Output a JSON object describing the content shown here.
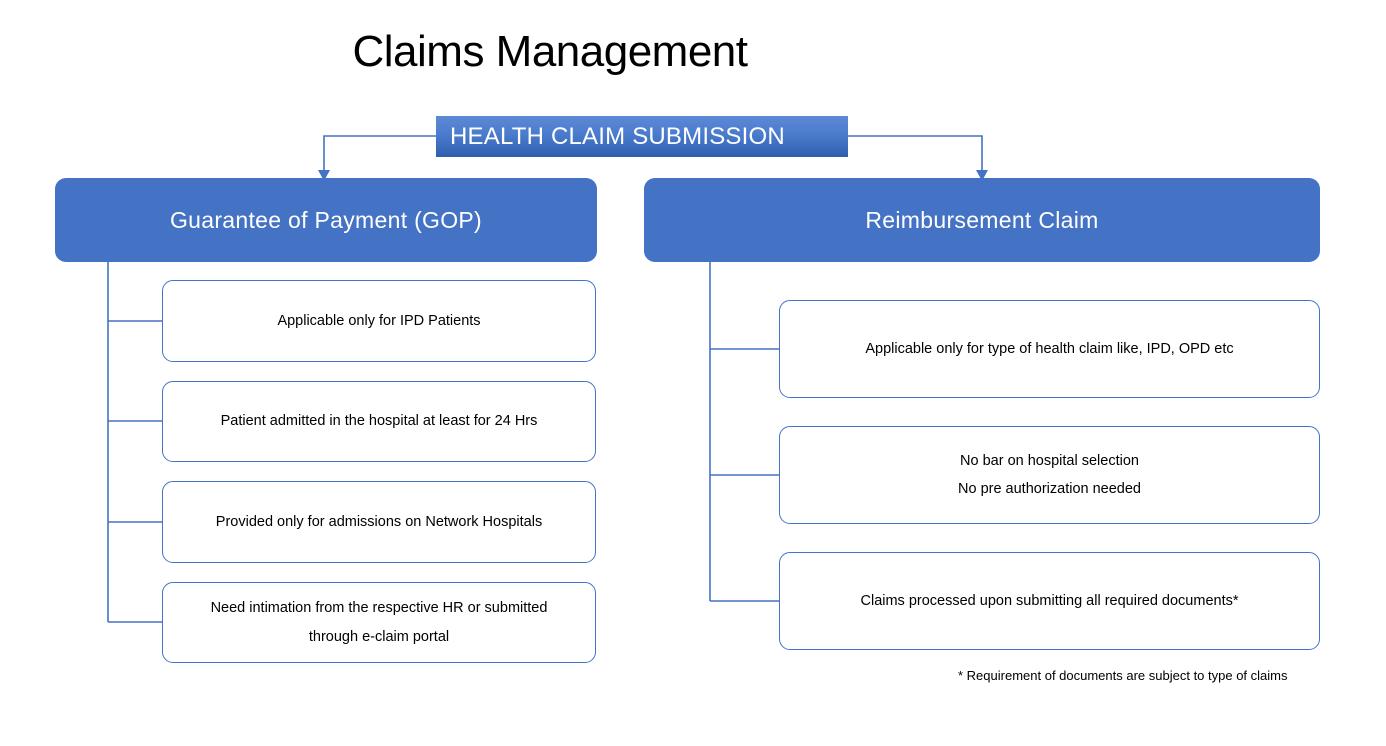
{
  "page": {
    "title": "Claims Management",
    "background_color": "#ffffff"
  },
  "colors": {
    "accent_blue": "#4472C4",
    "banner_gradient_top": "#5E8AD6",
    "banner_gradient_bottom": "#2E5FAF",
    "connector_line": "#4472C4",
    "box_border": "#4472C4",
    "text_dark": "#000000",
    "text_light": "#ffffff"
  },
  "banner": {
    "label": "HEALTH CLAIM SUBMISSION"
  },
  "branches": [
    {
      "id": "gop",
      "header": "Guarantee of Payment (GOP)",
      "items": [
        {
          "text": "Applicable only for IPD Patients"
        },
        {
          "text": "Patient admitted in the hospital at least for 24 Hrs"
        },
        {
          "text": "Provided only for admissions on Network Hospitals"
        },
        {
          "text": "Need intimation from the respective HR or submitted\nthrough e-claim portal"
        }
      ]
    },
    {
      "id": "reimbursement",
      "header": "Reimbursement  Claim",
      "items": [
        {
          "text": "Applicable only for type of health claim like, IPD, OPD etc"
        },
        {
          "text": "No bar on hospital selection\nNo pre authorization needed"
        },
        {
          "text": "Claims processed upon submitting all required documents*"
        }
      ]
    }
  ],
  "footnote": {
    "text": "* Requirement of documents are subject to type of claims"
  },
  "connectors": {
    "arrow_left_label": "arrow-to-gop",
    "arrow_right_label": "arrow-to-reimbursement"
  }
}
